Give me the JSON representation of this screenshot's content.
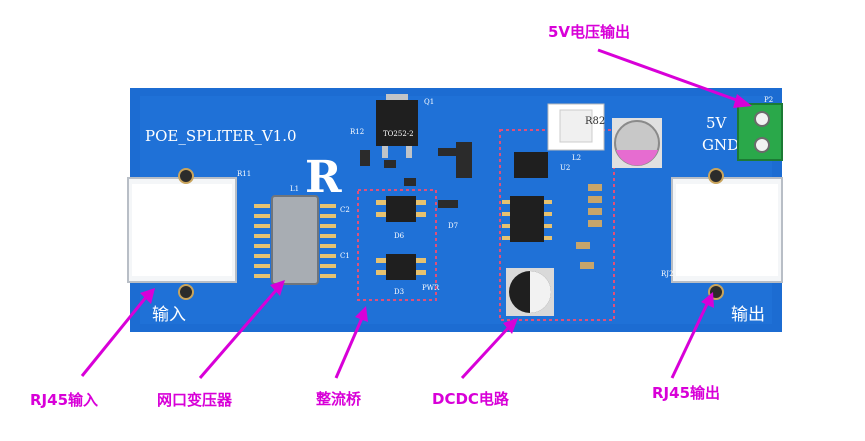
{
  "board": {
    "title": "POE_SPLITER_V1.0",
    "logo_letter": "R",
    "input_label": "输入",
    "output_label": "输出",
    "v5_label": "5V",
    "gnd_label": "GND",
    "q1_label": "Q1",
    "to252_label": "TO252-2",
    "r82_label": "R82",
    "l1_label": "L1",
    "l2_label": "L2",
    "u2_label": "U2",
    "r11_label": "R11",
    "r12_label": "R12",
    "d6_label": "D6",
    "d7_label": "D7",
    "d3_label": "D3",
    "pwr_label": "PWR",
    "j2_label": "RJ2",
    "p2_label": "P2",
    "c1_label": "C1",
    "c2_label": "C2"
  },
  "annotations": {
    "rj45_in": "RJ45输入",
    "transformer": "网口变压器",
    "rectifier": "整流桥",
    "dcdc": "DCDC电路",
    "rj45_out": "RJ45输出",
    "v5_output": "5V电压输出"
  },
  "colors": {
    "pcb": "#1c6cd2",
    "annotation": "#d800d8",
    "dashed_box": "#e0507a",
    "terminal": "#2aa84a"
  }
}
